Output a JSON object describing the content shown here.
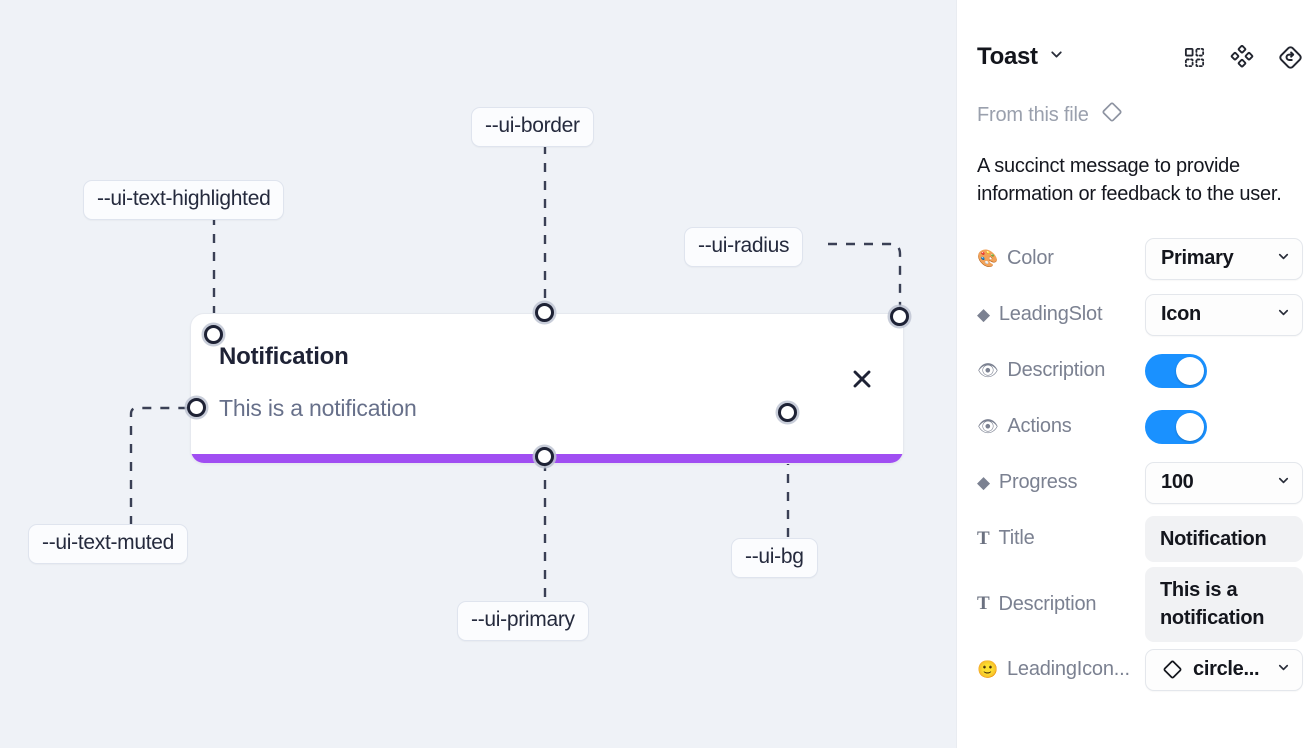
{
  "canvas": {
    "background_color": "#eff2f7",
    "toast": {
      "title": "Notification",
      "description": "This is a notification",
      "close_icon": "close-x-icon",
      "progress_color": "#a04ef2",
      "background_color": "#ffffff",
      "border_color": "#e6e9ef"
    },
    "tokens": [
      {
        "label": "--ui-text-highlighted"
      },
      {
        "label": "--ui-border"
      },
      {
        "label": "--ui-radius"
      },
      {
        "label": "--ui-text-muted"
      },
      {
        "label": "--ui-primary"
      },
      {
        "label": "--ui-bg"
      }
    ]
  },
  "panel": {
    "title": "Toast",
    "title_chevron": "chevron-down-icon",
    "header_icons": [
      {
        "name": "component-set-icon"
      },
      {
        "name": "variants-cluster-icon"
      },
      {
        "name": "reset-instance-icon"
      }
    ],
    "from_file": {
      "label": "From this file",
      "icon": "diamond-component-icon"
    },
    "description": "A succinct message to provide information or feedback to the user.",
    "properties": [
      {
        "icon": "palette-emoji",
        "emoji": "🎨",
        "label": "Color",
        "control": "select",
        "value": "Primary"
      },
      {
        "icon": "diamond-emoji",
        "emoji": "◆",
        "label": "LeadingSlot",
        "control": "select",
        "value": "Icon"
      },
      {
        "icon": "eye-emoji",
        "emoji": "👁",
        "label": "Description",
        "control": "toggle",
        "value": "on"
      },
      {
        "icon": "eye-emoji",
        "emoji": "👁",
        "label": "Actions",
        "control": "toggle",
        "value": "on"
      },
      {
        "icon": "diamond-emoji",
        "emoji": "◆",
        "label": "Progress",
        "control": "select",
        "value": "100"
      },
      {
        "icon": "text-glyph",
        "emoji": "T",
        "label": "Title",
        "control": "text",
        "value": "Notification"
      },
      {
        "icon": "text-glyph",
        "emoji": "T",
        "label": "Description",
        "control": "text",
        "value": "This is a notification"
      },
      {
        "icon": "smiley-emoji",
        "emoji": "🙂",
        "label": "LeadingIcon...",
        "control": "select-icon",
        "value": "circle..."
      }
    ],
    "accent_color": "#1a91ff"
  }
}
